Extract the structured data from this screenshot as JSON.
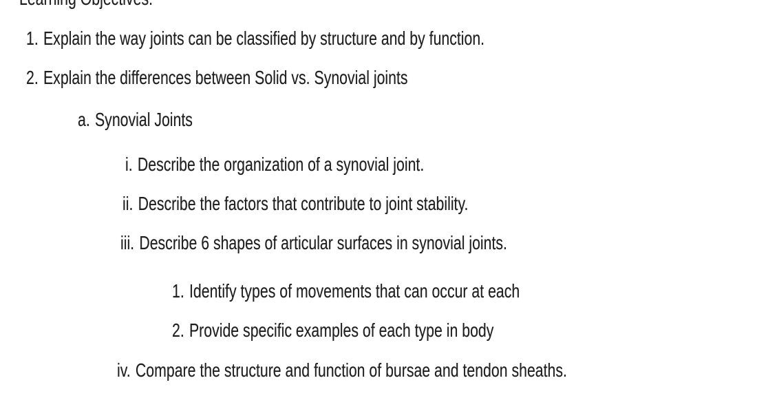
{
  "document": {
    "background_color": "#ffffff",
    "text_color": "#1f1f1f",
    "title": "Learning Objectives:",
    "lines": [
      {
        "marker": "1.",
        "text": "Explain the way joints can be classified by structure and by function.",
        "level": 1
      },
      {
        "marker": "2.",
        "text": "Explain the differences between Solid vs. Synovial joints",
        "level": 1
      },
      {
        "marker": "a.",
        "text": "Synovial Joints",
        "level": 2
      },
      {
        "marker": "i.",
        "text": "Describe the organization of a synovial joint.",
        "level": 3
      },
      {
        "marker": "ii.",
        "text": "Describe the factors that contribute to joint stability.",
        "level": 3
      },
      {
        "marker": "iii.",
        "text": "Describe 6 shapes of articular surfaces in synovial joints.",
        "level": 3
      },
      {
        "marker": "1.",
        "text": "Identify types of movements that can occur at each",
        "level": 4
      },
      {
        "marker": "2.",
        "text": "Provide specific examples of each type in body",
        "level": 4
      },
      {
        "marker": "iv.",
        "text": "Compare the structure and function of bursae and tendon sheaths.",
        "level": 3
      }
    ]
  }
}
